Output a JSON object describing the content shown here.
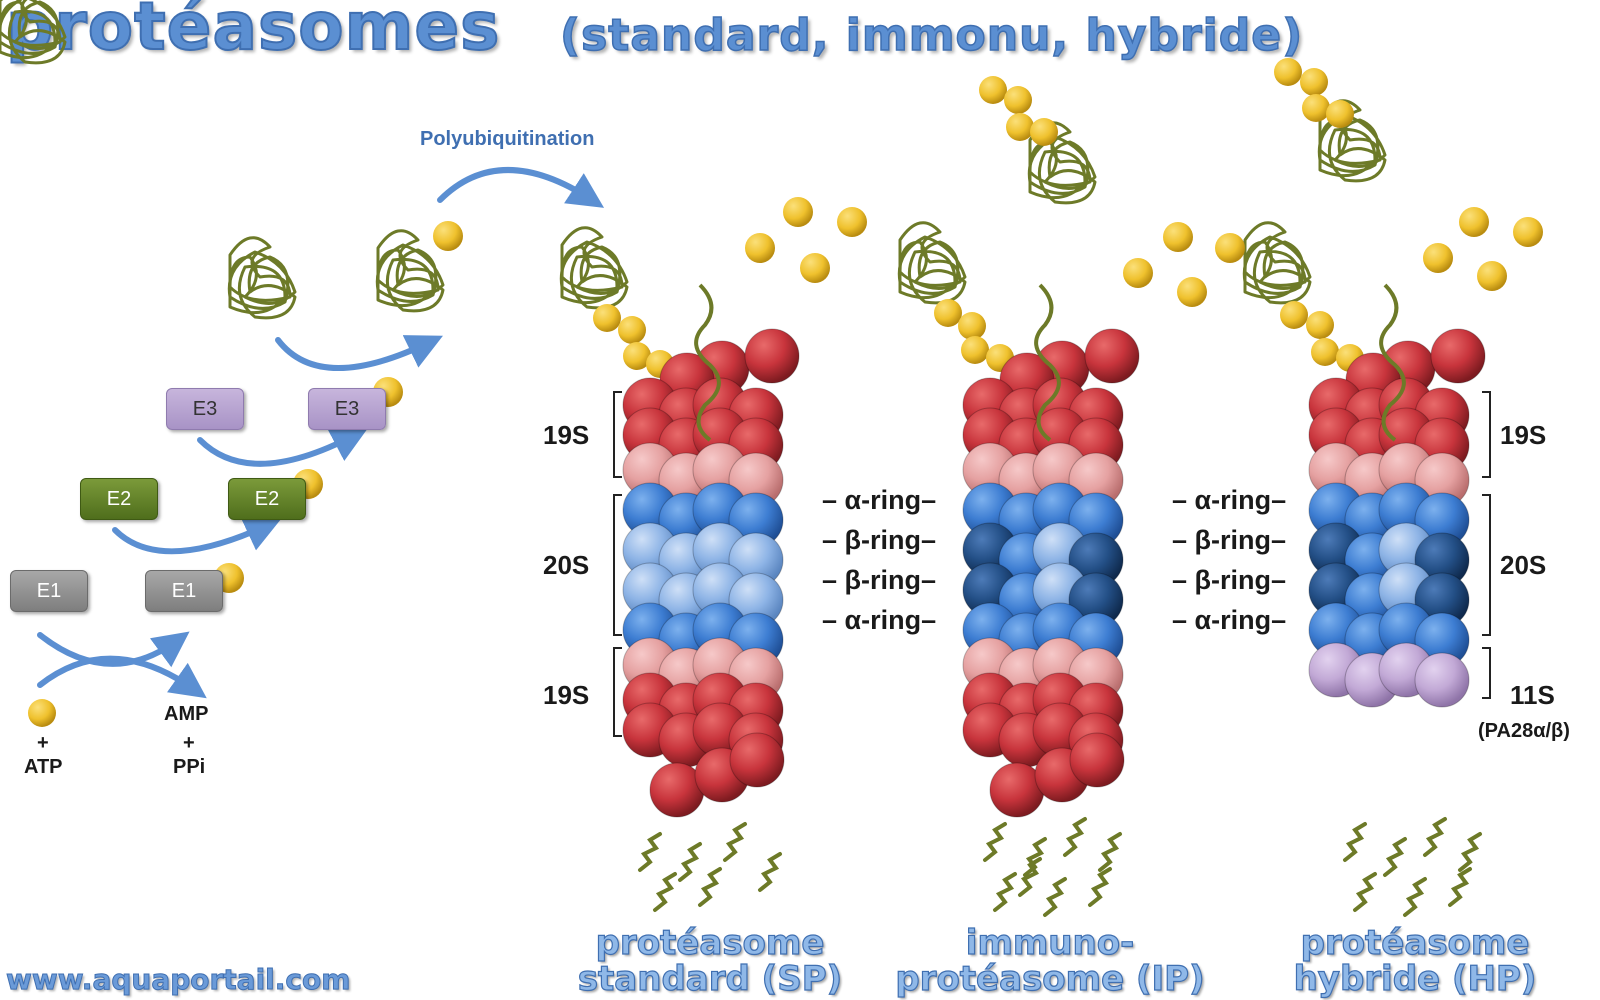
{
  "title": {
    "main": "protéasomes",
    "sub": "(standard, immonu, hybride)"
  },
  "website": "www.aquaportail.com",
  "pathway": {
    "polyubiquitination": "Polyubiquitination",
    "enzymes": {
      "e1": "E1",
      "e2": "E2",
      "e3": "E3"
    },
    "atp_plus": "+",
    "atp": "ATP",
    "amp": "AMP",
    "amp_plus": "+",
    "ppi": "PPi"
  },
  "rings": {
    "alpha": "– α-ring–",
    "beta": "– β-ring–"
  },
  "subunits": {
    "s19": "19S",
    "s20": "20S",
    "s11": "11S",
    "pa28": "(PA28α/β)"
  },
  "captions": {
    "sp_line1": "protéasome",
    "sp_line2": "standard (SP)",
    "ip_line1": "immuno-",
    "ip_line2": "protéasome (IP)",
    "hp_line1": "protéasome",
    "hp_line2": "hybride (HP)"
  },
  "colors": {
    "ubiquitin": "#efc12d",
    "protein": "#6d7a28",
    "cap19s": "#c8343c",
    "ring_alpha_outer": "#e5a1a1",
    "ring_alpha": "#3d7dd2",
    "ring_beta_standard": "#8eb4e6",
    "ring_beta_immuno": "#234f86",
    "cap11s": "#c2a9d6",
    "title": "#5b8fd2"
  }
}
